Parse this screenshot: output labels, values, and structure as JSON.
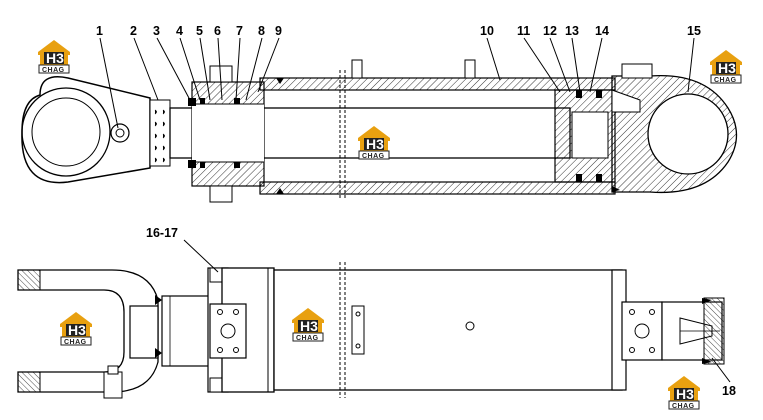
{
  "callouts": [
    {
      "id": "1",
      "label": "1"
    },
    {
      "id": "2",
      "label": "2"
    },
    {
      "id": "3",
      "label": "3"
    },
    {
      "id": "4",
      "label": "4"
    },
    {
      "id": "5",
      "label": "5"
    },
    {
      "id": "6",
      "label": "6"
    },
    {
      "id": "7",
      "label": "7"
    },
    {
      "id": "8",
      "label": "8"
    },
    {
      "id": "9",
      "label": "9"
    },
    {
      "id": "10",
      "label": "10"
    },
    {
      "id": "11",
      "label": "11"
    },
    {
      "id": "12",
      "label": "12"
    },
    {
      "id": "13",
      "label": "13"
    },
    {
      "id": "14",
      "label": "14"
    },
    {
      "id": "15",
      "label": "15"
    },
    {
      "id": "16-17",
      "label": "16-17"
    },
    {
      "id": "18",
      "label": "18"
    }
  ],
  "watermark": {
    "logo_letters": "H3",
    "logo_subtext": "CHAG",
    "accent_color": "#e8a010"
  },
  "colors": {
    "line": "#000000",
    "hatch": "#000000",
    "background": "#ffffff"
  }
}
